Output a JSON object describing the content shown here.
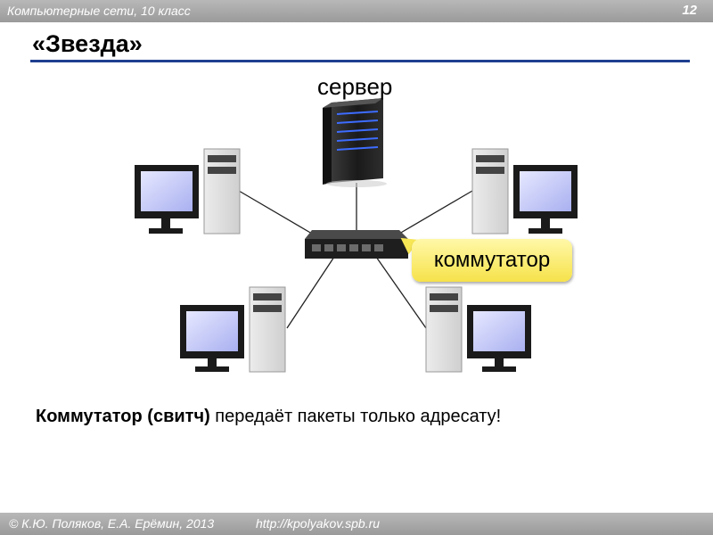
{
  "header": {
    "course": "Компьютерные сети, 10 класс",
    "slide_number": "12"
  },
  "title": "«Звезда»",
  "diagram": {
    "server_label": "сервер",
    "switch_label": "коммутатор"
  },
  "caption": {
    "bold": "Коммутатор (свитч)",
    "rest": " передаёт пакеты только адресату!"
  },
  "footer": {
    "authors": "© К.Ю. Поляков, Е.А. Ерёмин, 2013",
    "url": "http://kpolyakov.spb.ru"
  },
  "colors": {
    "title_rule": "#1f3f8f",
    "callout": "#f6e24a",
    "bars": "#a8a8a8",
    "screen": "#c8ccff"
  }
}
